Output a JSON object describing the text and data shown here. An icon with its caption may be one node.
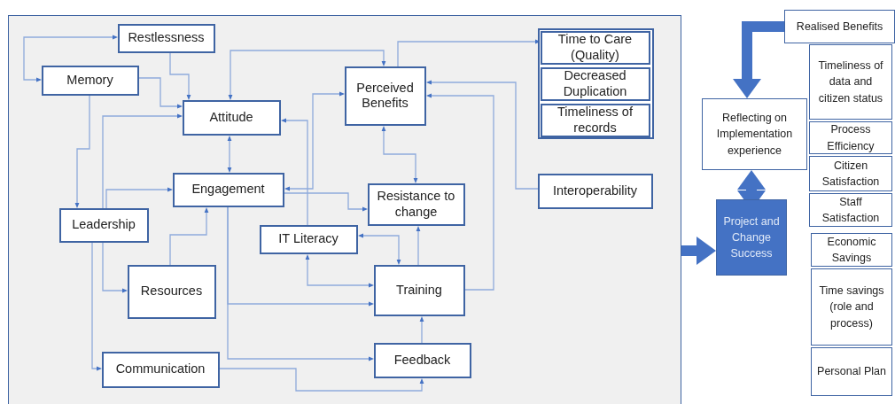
{
  "diagram": {
    "nodes": [
      {
        "text": [],
        "shape": "box"
      },
      {
        "text": [
          "Restlessness"
        ],
        "in": 0
      },
      {
        "text": [
          "Memory"
        ],
        "in": 0
      },
      {
        "text": [
          "Attitude"
        ],
        "in": 0
      },
      {
        "text": [
          "Perceived Benefits"
        ],
        "in": 0
      },
      {
        "text": [],
        "shape": "box",
        "in": 0
      },
      {
        "text": [
          "Time to Care (Quality)"
        ],
        "in": 5
      },
      {
        "text": [
          "Decreased Duplication"
        ],
        "in": 5
      },
      {
        "text": [
          "Timeliness of records"
        ],
        "in": 5
      },
      {
        "text": [
          "Engagement"
        ],
        "in": 0
      },
      {
        "text": [
          "Resistance to change"
        ],
        "in": 0
      },
      {
        "text": [
          "Interoperability"
        ],
        "in": 0
      },
      {
        "text": [
          "Leadership"
        ],
        "in": 0
      },
      {
        "text": [
          "IT Literacy"
        ],
        "in": 0
      },
      {
        "text": [
          "Resources"
        ],
        "in": 0
      },
      {
        "text": [
          "Training"
        ],
        "in": 0
      },
      {
        "text": [
          "Communication"
        ],
        "in": 0
      },
      {
        "text": [
          "Feedback"
        ],
        "in": 0
      },
      {
        "text": [
          "Realised Benefits"
        ]
      },
      {
        "text": [
          "Reflecting on Implementation experience"
        ]
      },
      {
        "text": [
          "Project and Change Success"
        ]
      },
      {
        "text": [
          "Timeliness of data and citizen status"
        ]
      },
      {
        "text": [
          "Process Efficiency"
        ]
      },
      {
        "text": [
          "Citizen Satisfaction"
        ]
      },
      {
        "text": [
          "Staff Satisfaction"
        ]
      },
      {
        "text": [
          "Economic Savings"
        ]
      },
      {
        "text": [
          "Time savings (role and process)"
        ]
      },
      {
        "text": [
          "Personal Plan"
        ]
      }
    ],
    "edges": [
      {
        "from": 2,
        "to": 1,
        "arrow": "both"
      },
      {
        "from": 1,
        "to": 3,
        "arrow": "to"
      },
      {
        "from": 2,
        "to": 3,
        "arrow": "to"
      },
      {
        "from": 2,
        "to": 12,
        "arrow": "to"
      },
      {
        "from": 12,
        "to": 3,
        "arrow": "to"
      },
      {
        "from": 12,
        "to": 9,
        "arrow": "to"
      },
      {
        "from": 3,
        "to": 9,
        "arrow": "both"
      },
      {
        "from": 3,
        "to": 4,
        "arrow": "both"
      },
      {
        "from": 4,
        "to": 6,
        "arrow": "to"
      },
      {
        "from": 4,
        "to": 10,
        "arrow": "both"
      },
      {
        "from": 11,
        "to": 4,
        "arrow": "to"
      },
      {
        "from": 15,
        "to": 4,
        "arrow": "to"
      },
      {
        "from": 13,
        "to": 3,
        "arrow": "to"
      },
      {
        "from": 9,
        "to": 4,
        "arrow": "both"
      },
      {
        "from": 9,
        "to": 10,
        "arrow": "to"
      },
      {
        "from": 14,
        "to": 9,
        "arrow": "to"
      },
      {
        "from": 12,
        "to": 14,
        "arrow": "to"
      },
      {
        "from": 12,
        "to": 16,
        "arrow": "to"
      },
      {
        "from": 9,
        "to": 15,
        "arrow": "to"
      },
      {
        "from": 9,
        "to": 17,
        "arrow": "to"
      },
      {
        "from": 13,
        "to": 15,
        "arrow": "both"
      },
      {
        "from": 13,
        "to": 15,
        "arrow": "both"
      },
      {
        "from": 15,
        "to": 10,
        "arrow": "to"
      },
      {
        "from": 17,
        "to": 15,
        "arrow": "to"
      },
      {
        "from": 16,
        "to": 17,
        "arrow": "to"
      },
      {
        "from": 0,
        "to": 20,
        "arrow": "to",
        "style": "thick",
        "color": "#4472c4"
      },
      {
        "from": 18,
        "to": 19,
        "arrow": "to",
        "style": "thick",
        "color": "#4472c4"
      },
      {
        "from": 19,
        "to": 20,
        "arrow": "both",
        "style": "thick",
        "color": "#4472c4"
      }
    ]
  }
}
